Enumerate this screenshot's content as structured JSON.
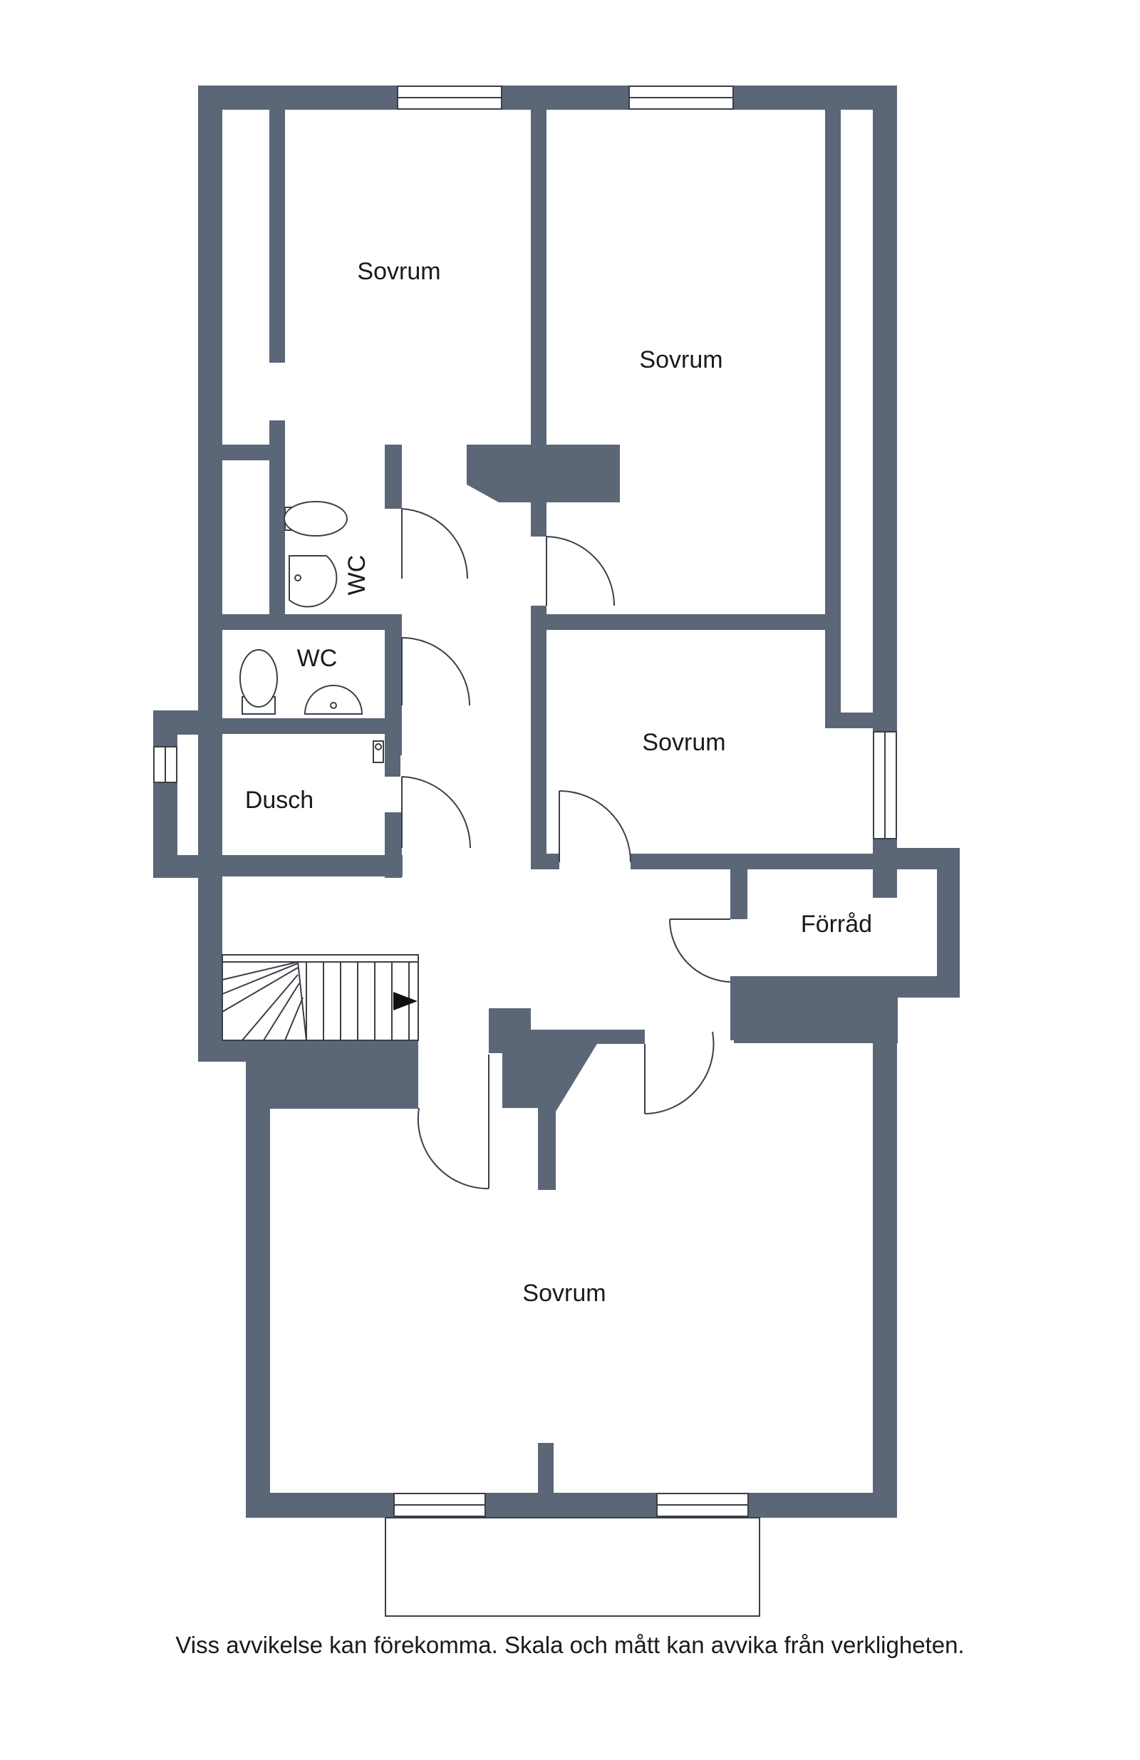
{
  "colors": {
    "wall": "#5b6677",
    "line": "#3a3f47",
    "background": "#ffffff"
  },
  "rooms": {
    "bedroom_top_left": "Sovrum",
    "bedroom_top_right": "Sovrum",
    "bedroom_middle_right": "Sovrum",
    "bedroom_bottom": "Sovrum",
    "wc_upper": "WC",
    "wc_lower": "WC",
    "shower": "Dusch",
    "storage": "Förråd"
  },
  "disclaimer": "Viss avvikelse kan förekomma. Skala och mått kan avvika från verkligheten."
}
